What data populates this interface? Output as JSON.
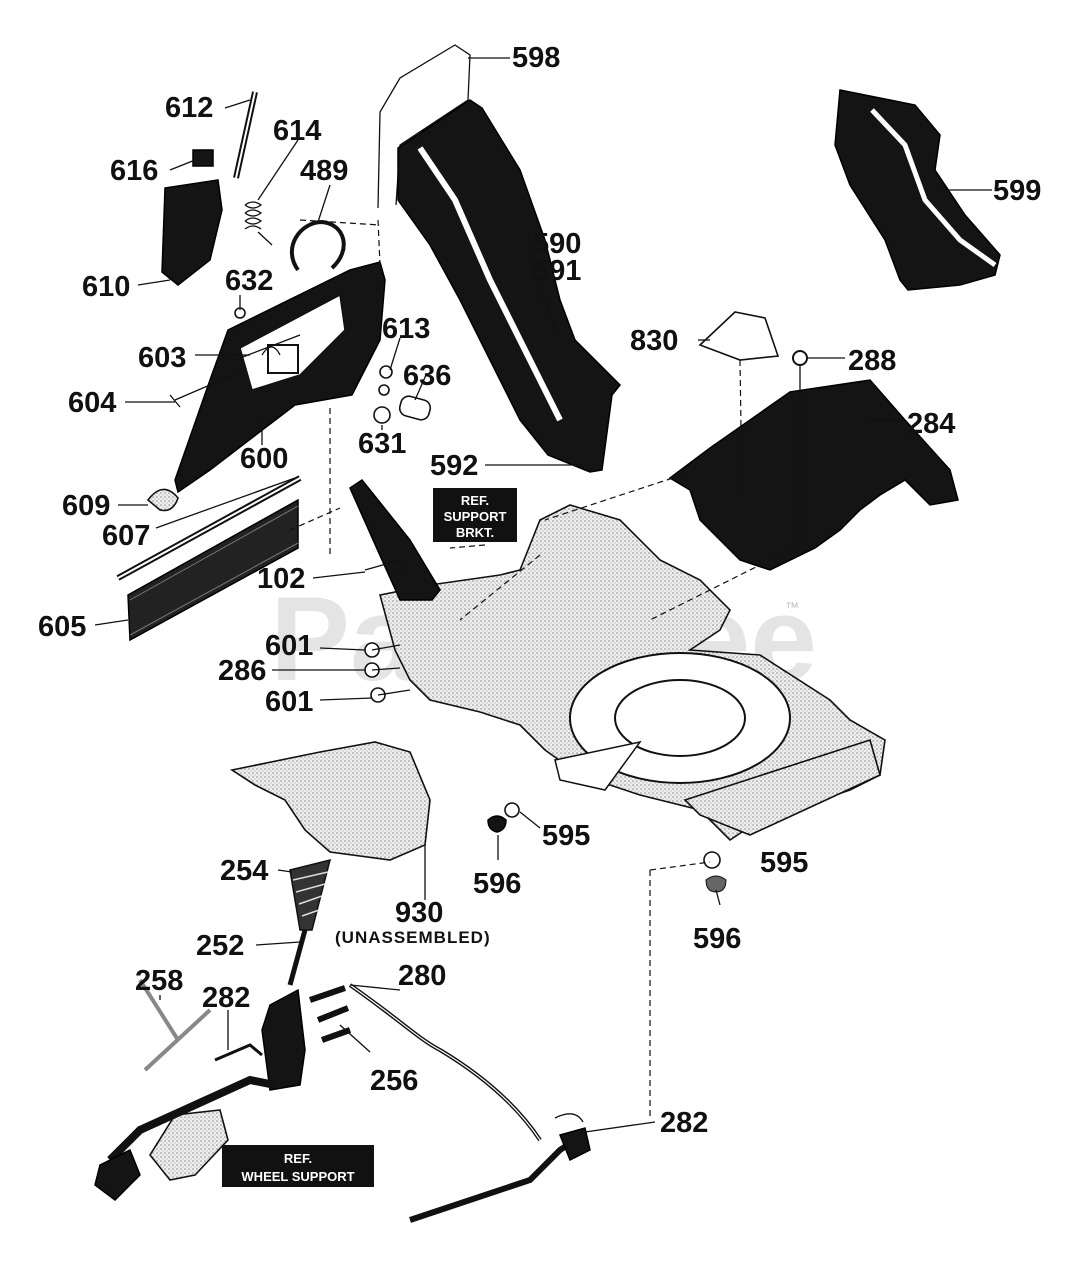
{
  "watermark": {
    "text": "PartsTree",
    "tm": "™"
  },
  "callouts": [
    {
      "id": "598",
      "text": "598"
    },
    {
      "id": "599",
      "text": "599"
    },
    {
      "id": "612",
      "text": "612"
    },
    {
      "id": "614",
      "text": "614"
    },
    {
      "id": "616",
      "text": "616"
    },
    {
      "id": "489",
      "text": "489"
    },
    {
      "id": "590",
      "text": "590"
    },
    {
      "id": "591",
      "text": "591"
    },
    {
      "id": "610",
      "text": "610"
    },
    {
      "id": "632",
      "text": "632"
    },
    {
      "id": "613",
      "text": "613"
    },
    {
      "id": "830",
      "text": "830"
    },
    {
      "id": "288",
      "text": "288"
    },
    {
      "id": "603",
      "text": "603"
    },
    {
      "id": "636",
      "text": "636"
    },
    {
      "id": "604",
      "text": "604"
    },
    {
      "id": "284",
      "text": "284"
    },
    {
      "id": "631",
      "text": "631"
    },
    {
      "id": "600",
      "text": "600"
    },
    {
      "id": "592",
      "text": "592"
    },
    {
      "id": "609",
      "text": "609"
    },
    {
      "id": "607",
      "text": "607"
    },
    {
      "id": "102",
      "text": "102"
    },
    {
      "id": "605",
      "text": "605"
    },
    {
      "id": "601a",
      "text": "601"
    },
    {
      "id": "286",
      "text": "286"
    },
    {
      "id": "601b",
      "text": "601"
    },
    {
      "id": "595a",
      "text": "595"
    },
    {
      "id": "596a",
      "text": "596"
    },
    {
      "id": "595b",
      "text": "595"
    },
    {
      "id": "254",
      "text": "254"
    },
    {
      "id": "930",
      "text": "930"
    },
    {
      "id": "596b",
      "text": "596"
    },
    {
      "id": "252",
      "text": "252"
    },
    {
      "id": "258",
      "text": "258"
    },
    {
      "id": "280",
      "text": "280"
    },
    {
      "id": "282a",
      "text": "282"
    },
    {
      "id": "256",
      "text": "256"
    },
    {
      "id": "282b",
      "text": "282"
    }
  ],
  "notes": {
    "unassembled": "(UNASSEMBLED)",
    "ref_support_1": "REF.",
    "ref_support_2": "SUPPORT",
    "ref_support_3": "BRKT.",
    "ref_wheel_1": "REF.",
    "ref_wheel_2": "WHEEL SUPPORT"
  },
  "colors": {
    "ink": "#111111",
    "fill_dark": "#141414",
    "stipple": "#cccccc",
    "watermark": "#cfcfcf"
  }
}
